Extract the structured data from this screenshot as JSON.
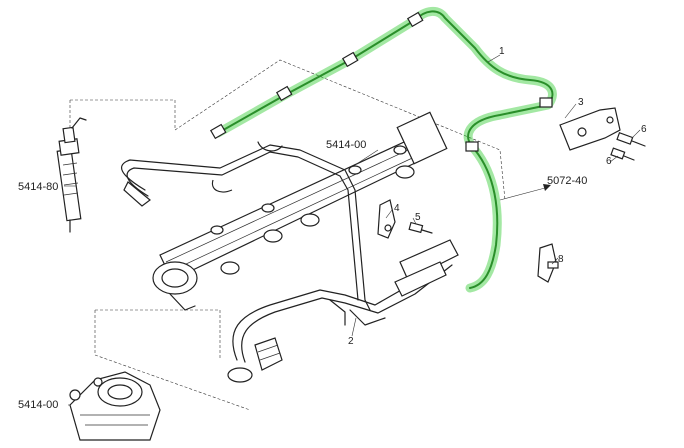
{
  "diagram": {
    "callouts": {
      "c1": "1",
      "c2": "2",
      "c3": "3",
      "c4": "4",
      "c5": "5",
      "c6a": "6",
      "c6b": "6",
      "c8": "8"
    },
    "refs": {
      "injector": "5414-80",
      "rail": "5414-00",
      "pump": "5414-00",
      "tank_return": "5072-40"
    },
    "colors": {
      "highlight": "#33cc33",
      "line": "#222222"
    }
  }
}
